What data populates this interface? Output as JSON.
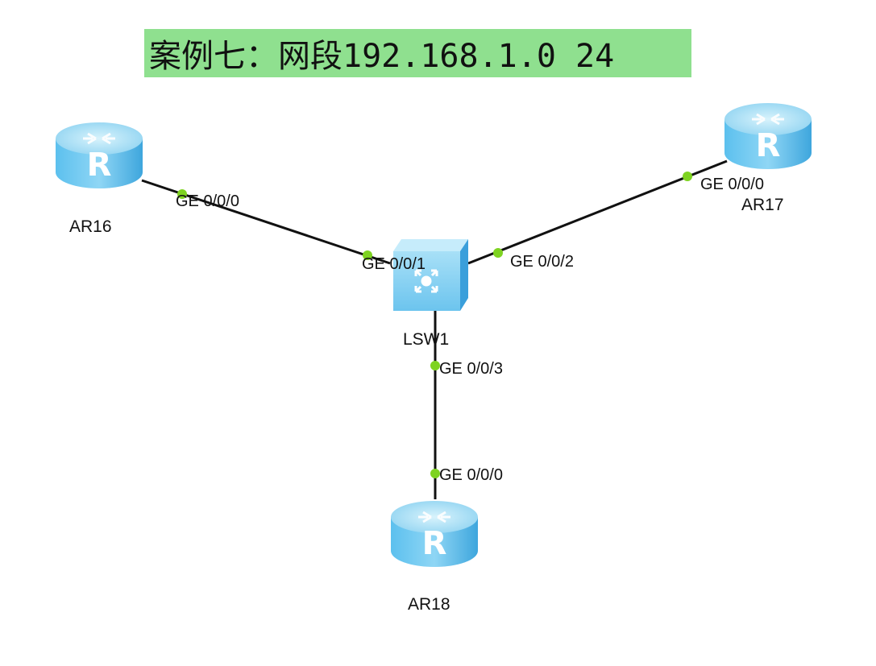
{
  "title": "案例七：网段192.168.1.0 24",
  "devices": {
    "ar16": {
      "label": "AR16",
      "icon": "router-icon",
      "glyph": "R"
    },
    "ar17": {
      "label": "AR17",
      "icon": "router-icon",
      "glyph": "R"
    },
    "ar18": {
      "label": "AR18",
      "icon": "router-icon",
      "glyph": "R"
    },
    "lsw1": {
      "label": "LSW1",
      "icon": "switch-icon"
    }
  },
  "links": [
    {
      "from": "AR16",
      "from_port": "GE 0/0/0",
      "to": "LSW1",
      "to_port": "GE 0/0/1"
    },
    {
      "from": "AR17",
      "from_port": "GE 0/0/0",
      "to": "LSW1",
      "to_port": "GE 0/0/2"
    },
    {
      "from": "AR18",
      "from_port": "GE 0/0/0",
      "to": "LSW1",
      "to_port": "GE 0/0/3"
    }
  ],
  "colors": {
    "title_background": "#8fe08f",
    "link": "#111111",
    "port_dot": "#7ed321",
    "device_top": "#a9e2f7",
    "device_side": "#3aa6e0"
  }
}
